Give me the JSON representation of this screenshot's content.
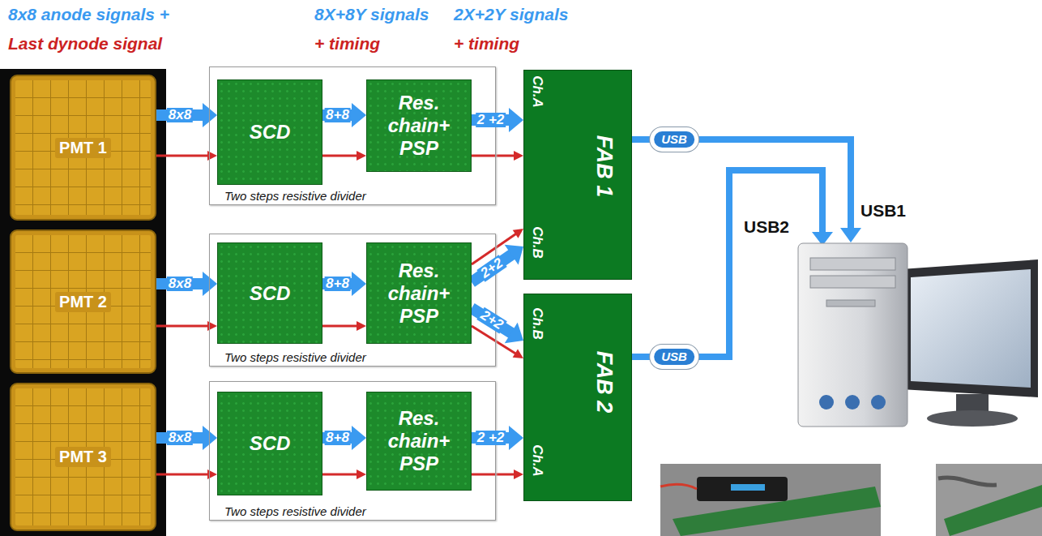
{
  "diagram": {
    "nodes": [
      {
        "text": [
          "PMT 1"
        ]
      },
      {
        "text": [
          "Two steps resistive divider"
        ]
      },
      {
        "text": [
          "SCD"
        ],
        "in": 1
      },
      {
        "text": [
          "Res. chain+ PSP"
        ],
        "in": 1
      },
      {
        "text": [
          "PMT 2"
        ]
      },
      {
        "text": [
          "Two steps resistive divider"
        ]
      },
      {
        "text": [
          "SCD"
        ],
        "in": 5
      },
      {
        "text": [
          "Res. chain+ PSP"
        ],
        "in": 5
      },
      {
        "text": [
          "PMT 3"
        ]
      },
      {
        "text": [
          "Two steps resistive divider"
        ]
      },
      {
        "text": [
          "SCD"
        ],
        "in": 9
      },
      {
        "text": [
          "Res. chain+ PSP"
        ],
        "in": 9
      },
      {
        "text": [
          "FAB 1",
          "Ch.A",
          "Ch.B"
        ]
      },
      {
        "text": [
          "FAB 2",
          "Ch.B",
          "Ch.A"
        ]
      }
    ],
    "edges": [
      {
        "from": 0,
        "to": 2,
        "arrow": "to",
        "label": "8x8"
      },
      {
        "from": 0,
        "to": 2,
        "arrow": "to"
      },
      {
        "from": 2,
        "to": 3,
        "arrow": "to",
        "label": "8+8"
      },
      {
        "from": 2,
        "to": 3,
        "arrow": "to"
      },
      {
        "from": 3,
        "to": 12,
        "arrow": "to",
        "label": "2 +2"
      },
      {
        "from": 3,
        "to": 12,
        "arrow": "to"
      },
      {
        "from": 4,
        "to": 6,
        "arrow": "to",
        "label": "8x8"
      },
      {
        "from": 4,
        "to": 6,
        "arrow": "to"
      },
      {
        "from": 6,
        "to": 7,
        "arrow": "to",
        "label": "8+8"
      },
      {
        "from": 6,
        "to": 7,
        "arrow": "to"
      },
      {
        "from": 7,
        "to": 12,
        "arrow": "to",
        "label": "2+2"
      },
      {
        "from": 7,
        "to": 12,
        "arrow": "to"
      },
      {
        "from": 7,
        "to": 13,
        "arrow": "to",
        "label": "2+2"
      },
      {
        "from": 7,
        "to": 13,
        "arrow": "to"
      },
      {
        "from": 8,
        "to": 10,
        "arrow": "to",
        "label": "8x8"
      },
      {
        "from": 8,
        "to": 10,
        "arrow": "to"
      },
      {
        "from": 10,
        "to": 11,
        "arrow": "to",
        "label": "8+8"
      },
      {
        "from": 10,
        "to": 11,
        "arrow": "to"
      },
      {
        "from": 11,
        "to": 13,
        "arrow": "to",
        "label": "2 +2"
      },
      {
        "from": 11,
        "to": 13,
        "arrow": "to"
      }
    ],
    "labels": [
      "8x8 anode signals +",
      "Last dynode signal",
      "8X+8Y signals",
      "+ timing",
      "2X+2Y signals",
      "+ timing",
      "USB",
      "USB",
      "USB1",
      "USB2"
    ]
  }
}
